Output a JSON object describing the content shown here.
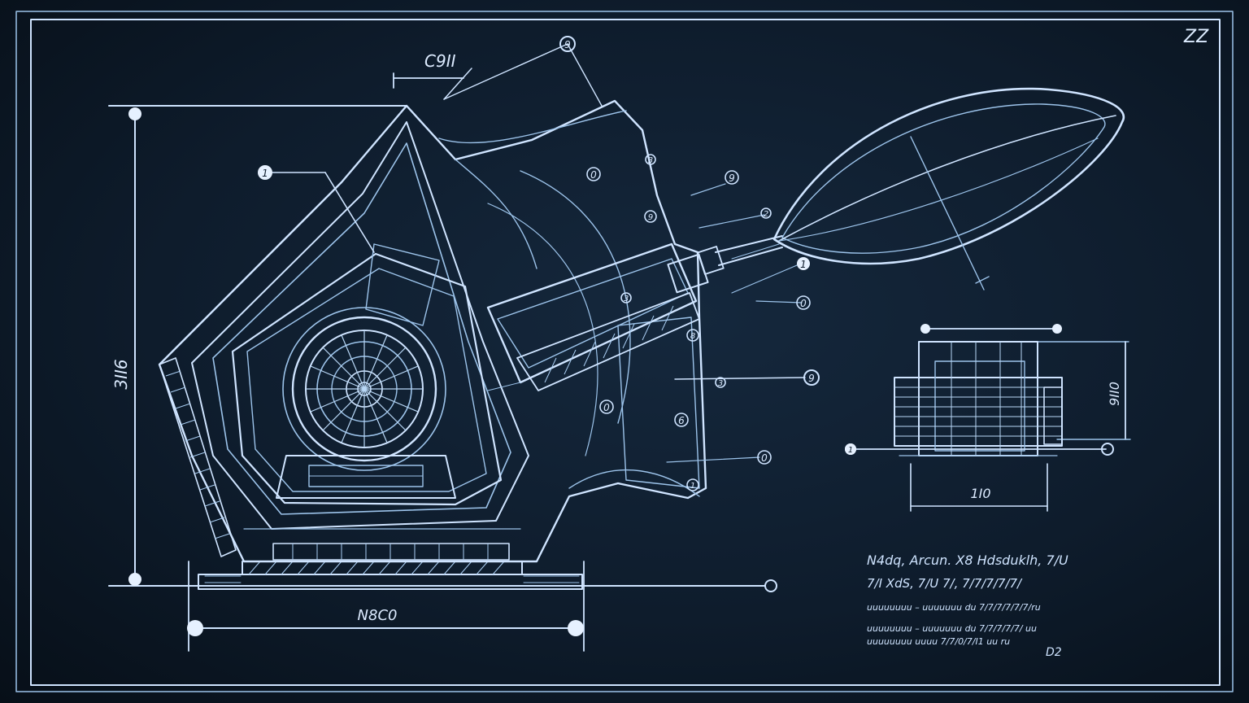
{
  "dimensions": {
    "top": "C9II",
    "left": "3II6",
    "bottom": "N8C0",
    "detail_height": "9II0",
    "detail_width": "1I0"
  },
  "title_block": {
    "lines": [
      "N4dq, Arcun. X8 Hdsduklh, 7/U",
      "7/I XdS, 7/U 7/, 7/7/7/7/7/",
      "uuuuuuuu – uuuuuuu du 7/7/7/7/7/7/ru",
      "uuuuuuuu – uuuuuuu du 7/7/7/7/7/ uu",
      "uuuuuuuu uuuu 7/7/0/7/I1 uu ru",
      "D2"
    ]
  },
  "corner_mark": "ZZ",
  "colors": {
    "paper": "#0e1c2c",
    "ink": "#cfe4ff",
    "ink_soft": "#9cc3ea"
  },
  "callouts": [
    "1",
    "1",
    "1",
    "1",
    "2",
    "3",
    "3",
    "3",
    "6",
    "8",
    "9",
    "9",
    "9",
    "9",
    "0",
    "0",
    "0",
    "0"
  ]
}
